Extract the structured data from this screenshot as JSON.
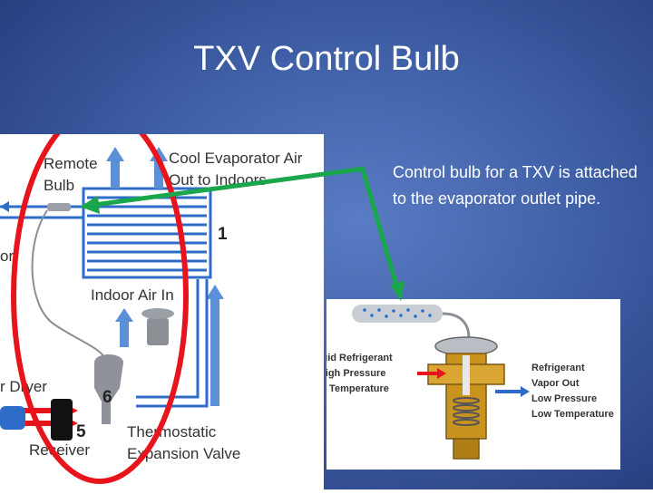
{
  "slide": {
    "title": "TXV Control Bulb",
    "callout": "Control bulb for a TXV is attached to the evaporator outlet pipe."
  },
  "left_diagram": {
    "label_remote_bulb_1": "Remote",
    "label_remote_bulb_2": "Bulb",
    "label_cool_air_1": "Cool Evaporator Air",
    "label_cool_air_2": "Out to Indoors",
    "label_indoor_air": "Indoor Air In",
    "label_filter_dryer": "r Dryer",
    "label_receiver": "Receiver",
    "label_txv_1": "Thermostatic",
    "label_txv_2": "Expansion Valve",
    "label_left_cut": "or",
    "number_1": "1",
    "number_5": "5",
    "number_6": "6"
  },
  "right_diagram": {
    "liquid_label": [
      "Liquid Refrigerant",
      "In High Pressure",
      "Low Temperature"
    ],
    "vapor_label": [
      "Refrigerant",
      "Vapor Out",
      "Low Pressure",
      "Low Temperature"
    ]
  },
  "colors": {
    "highlight_ellipse": "#e8141c",
    "pointer_arrows": "#1aa64a",
    "evaporator_blue": "#2f6cc9"
  }
}
